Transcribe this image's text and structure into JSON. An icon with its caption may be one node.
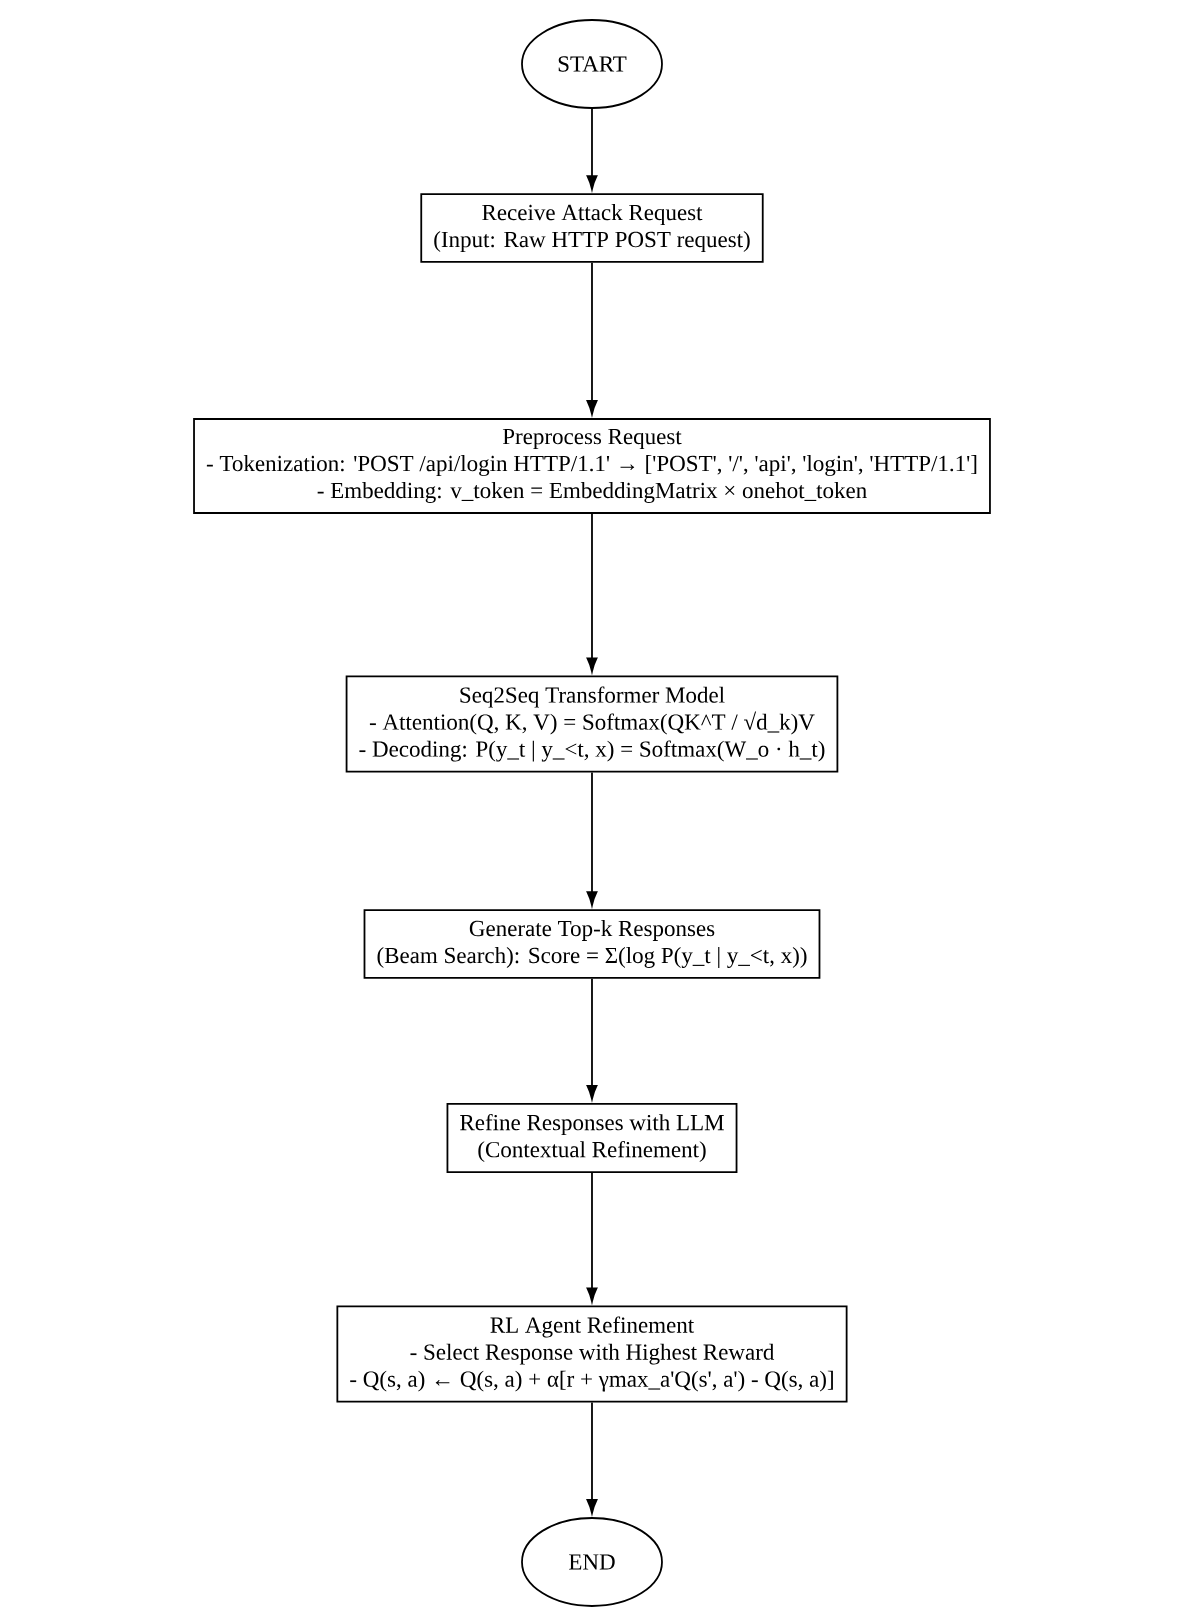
{
  "diagram": {
    "nodes": [
      {
        "text": [
          "START"
        ]
      },
      {
        "text": [
          "Receive Attack Request",
          "(Input: Raw HTTP POST request)"
        ]
      },
      {
        "text": [
          "Preprocess Request",
          "- Tokenization: 'POST /api/login HTTP/1.1' → ['POST', '/', 'api', 'login', 'HTTP/1.1']",
          "- Embedding: v_token = EmbeddingMatrix × onehot_token"
        ]
      },
      {
        "text": [
          "Seq2Seq Transformer Model",
          "- Attention(Q, K, V) = Softmax(QK^T / √d_k)V",
          "- Decoding: P(y_t | y_<t, x) = Softmax(W_o · h_t)"
        ]
      },
      {
        "text": [
          "Generate Top-k Responses",
          "(Beam Search): Score = Σ(log P(y_t | y_<t, x))"
        ]
      },
      {
        "text": [
          "Refine Responses with LLM",
          "(Contextual Refinement)"
        ]
      },
      {
        "text": [
          "RL Agent Refinement",
          "- Select Response with Highest Reward",
          "- Q(s, a) ← Q(s, a) + α[r + γmax_a'Q(s', a') - Q(s, a)]"
        ]
      },
      {
        "text": [
          "END"
        ]
      }
    ],
    "edges": [
      {
        "from": 0,
        "to": 1,
        "arrow": "to"
      },
      {
        "from": 1,
        "to": 2,
        "arrow": "to"
      },
      {
        "from": 2,
        "to": 3,
        "arrow": "to"
      },
      {
        "from": 3,
        "to": 4,
        "arrow": "to"
      },
      {
        "from": 4,
        "to": 5,
        "arrow": "to"
      },
      {
        "from": 5,
        "to": 6,
        "arrow": "to"
      },
      {
        "from": 6,
        "to": 7,
        "arrow": "to"
      }
    ]
  }
}
